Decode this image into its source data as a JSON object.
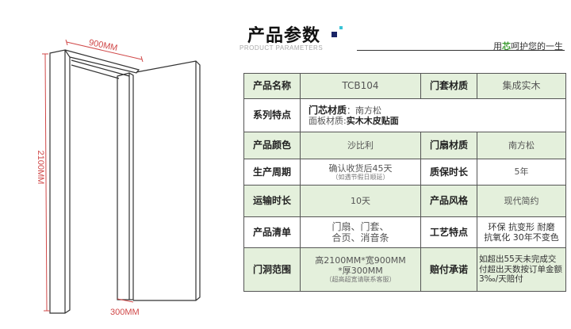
{
  "header": {
    "title": "产品参数",
    "subtitle": "PRODUCT PARAMETERS",
    "slogan_pre": "用",
    "slogan_highlight": "芯",
    "slogan_post": "呵护您的一生"
  },
  "drawing": {
    "width_label": "900MM",
    "height_label": "2100MM",
    "depth_label": "300MM"
  },
  "table": {
    "r1": {
      "l1": "产品名称",
      "v1": "TCB104",
      "l2": "门套材质",
      "v2": "集成实木"
    },
    "r2": {
      "l1": "系列特点",
      "a_label": "门芯材质",
      "a_value": "：南方松",
      "b_label": "面板材质:",
      "b_value": "实木木皮贴面"
    },
    "r3": {
      "l1": "产品颜色",
      "v1": "沙比利",
      "l2": "门扇材质",
      "v2": "南方松"
    },
    "r4": {
      "l1": "生产周期",
      "v1": "确认收货后45天",
      "v1_note": "（如遇节假日顺延）",
      "l2": "质保时长",
      "v2": "5年"
    },
    "r5": {
      "l1": "运输时长",
      "v1": "10天",
      "l2": "产品风格",
      "v2": "现代简约"
    },
    "r6": {
      "l1": "产品清单",
      "v1a": "门扇、门套、",
      "v1b": "合页、消音条",
      "l2": "工艺特点",
      "v2a": "环保 抗变形 耐磨",
      "v2b": "抗氧化 30年不变色"
    },
    "r7": {
      "l1": "门洞范围",
      "v1a": "高2100MM*宽900MM",
      "v1b": "*厚300MM",
      "v1_note": "（超高超宽请联系客服）",
      "l2": "赔付承诺",
      "v2": "如超出55天未完成交付超出天数按订单金额3‰/天赔付"
    }
  }
}
